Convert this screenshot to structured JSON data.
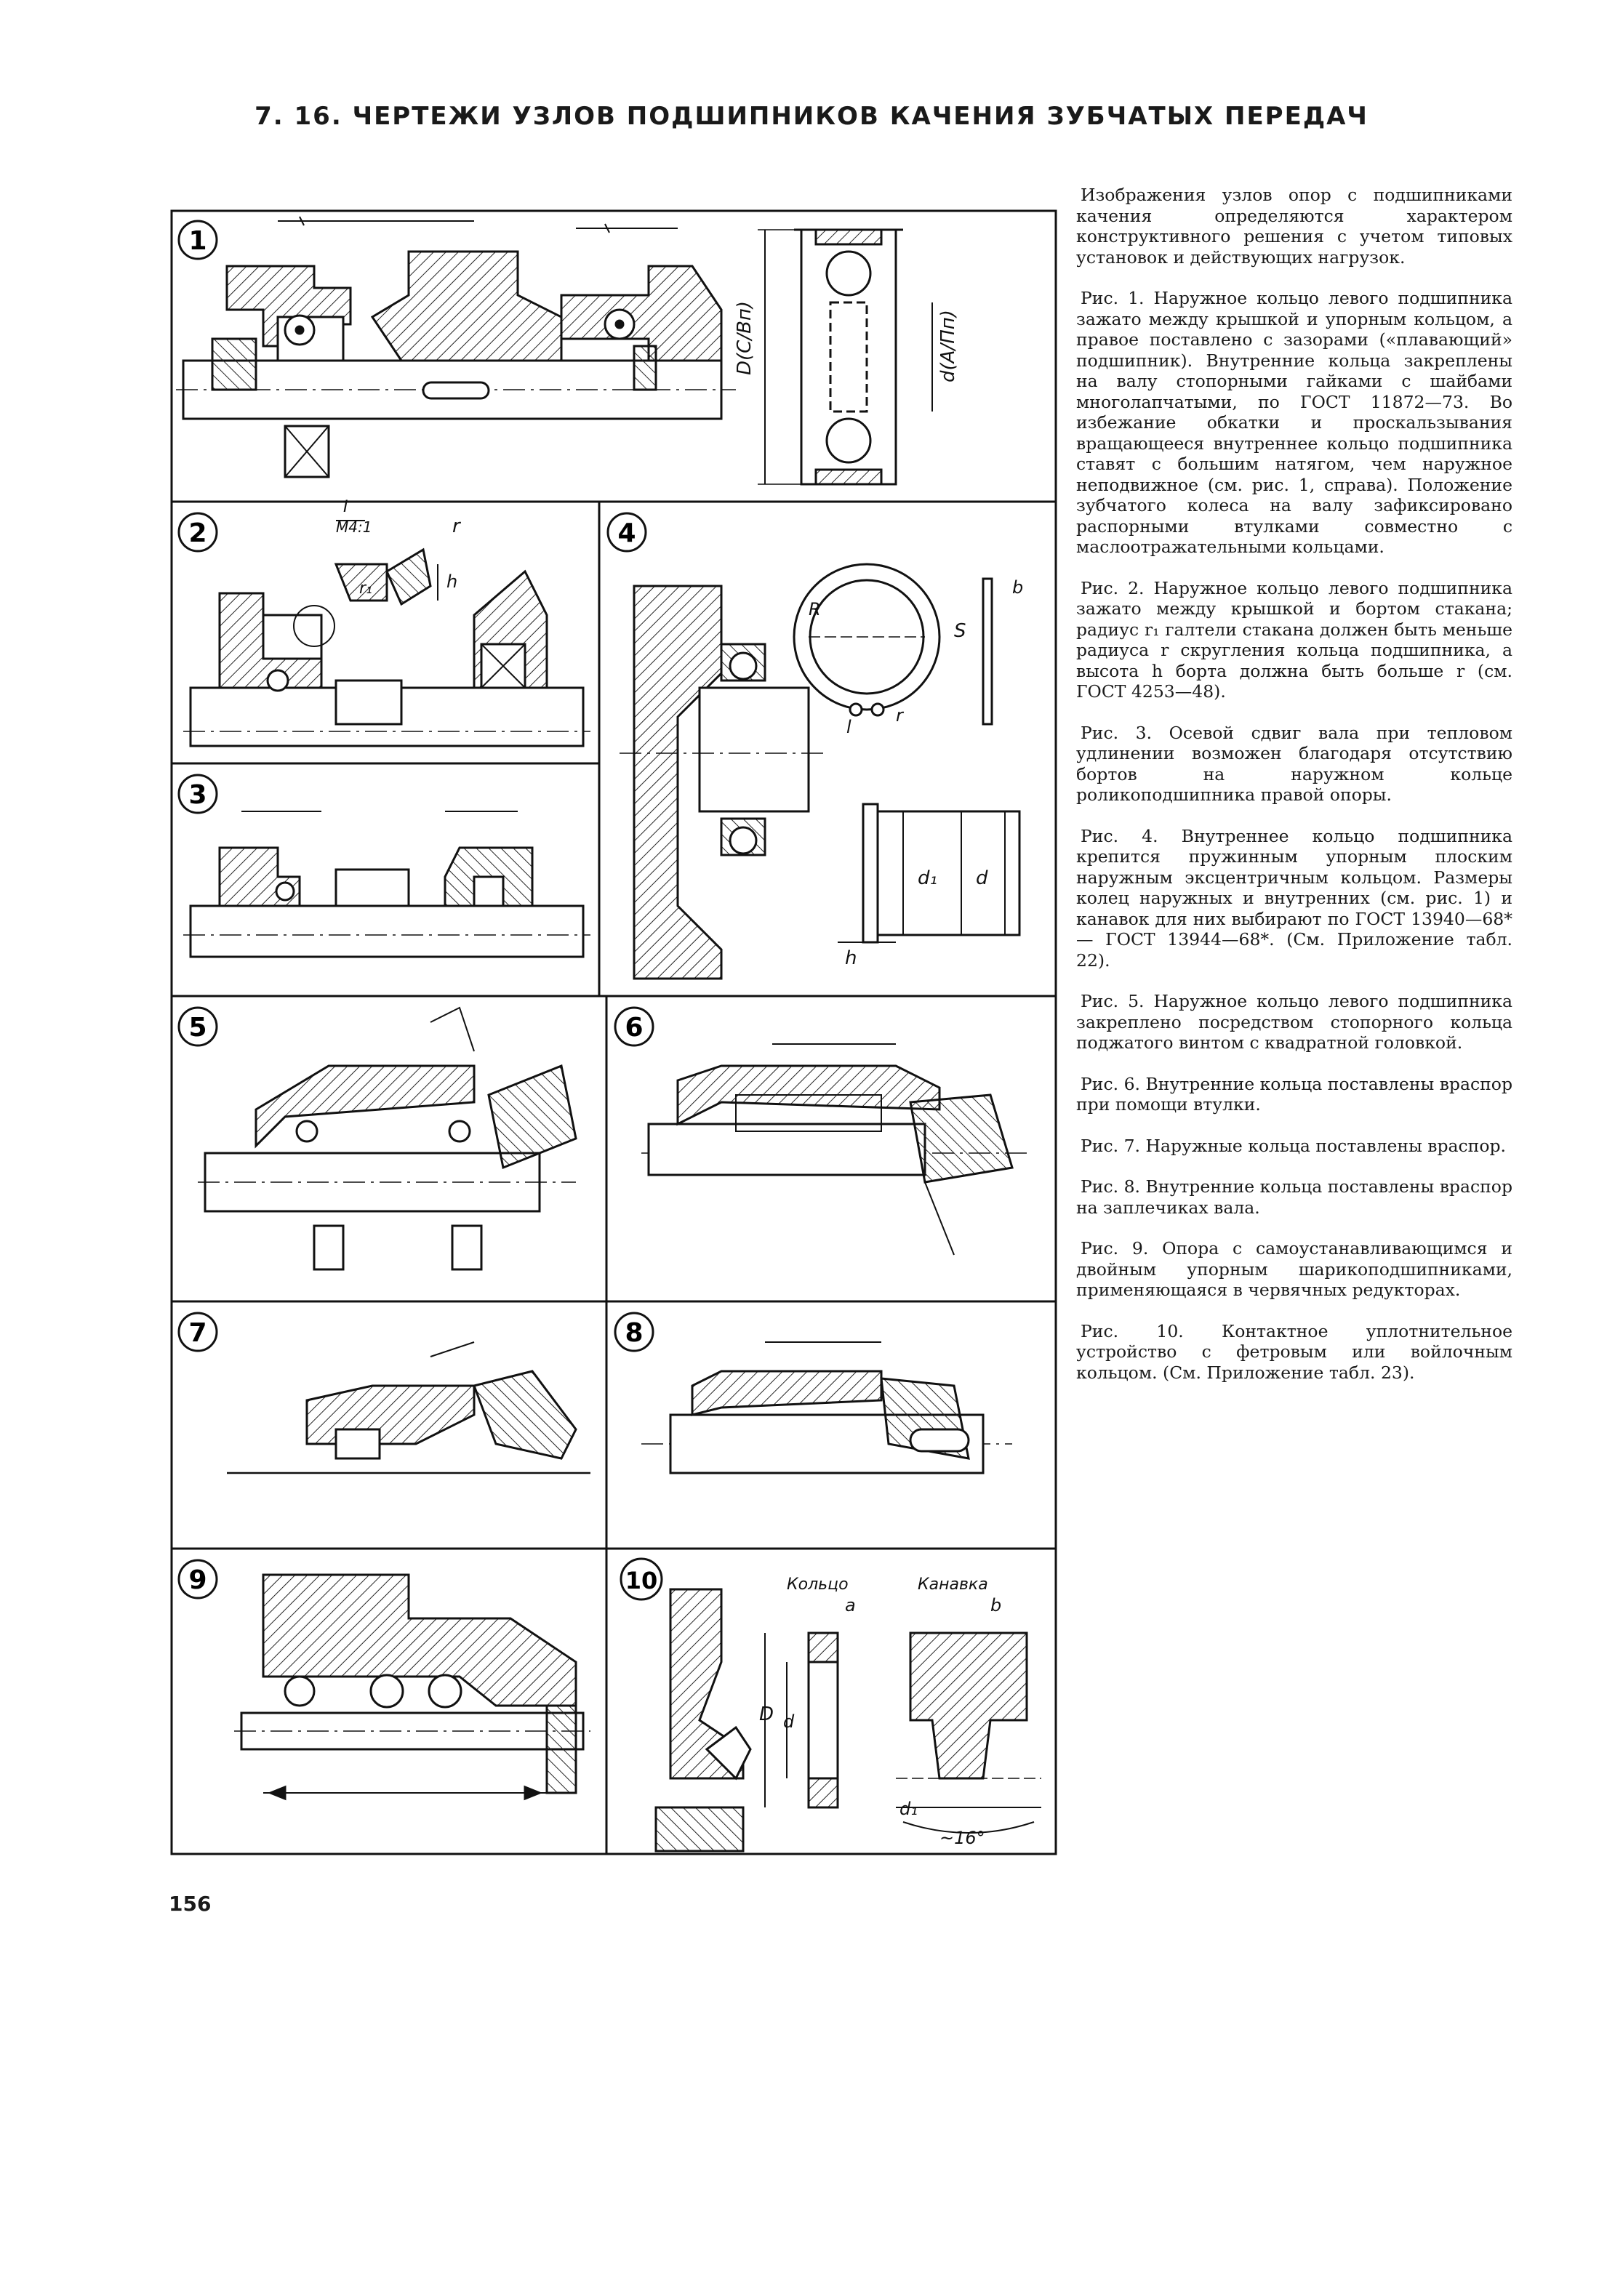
{
  "page_title": "7. 16. ЧЕРТЕЖИ УЗЛОВ ПОДШИПНИКОВ КАЧЕНИЯ ЗУБЧАТЫХ ПЕРЕДАЧ",
  "page_number": "156",
  "figures": [
    {
      "number": "1"
    },
    {
      "number": "2"
    },
    {
      "number": "3"
    },
    {
      "number": "4"
    },
    {
      "number": "5"
    },
    {
      "number": "6"
    },
    {
      "number": "7"
    },
    {
      "number": "8"
    },
    {
      "number": "9"
    },
    {
      "number": "10"
    }
  ],
  "figure_labels": {
    "fig1_D": "D(C/Bп)",
    "fig1_d": "d(A/Пп)",
    "fig2_scale": "М4:1",
    "fig2_I": "I",
    "fig2_r": "r",
    "fig2_r1": "r₁",
    "fig2_h": "h",
    "fig4_d": "d",
    "fig4_d1": "d₁",
    "fig4_h": "h",
    "fig4_l": "l",
    "fig4_r": "r",
    "fig4_s": "S",
    "fig4_b": "b",
    "fig4_R": "R",
    "fig10_ring": "Кольцо",
    "fig10_groove": "Канавка",
    "fig10_a": "a",
    "fig10_b": "b",
    "fig10_D": "D",
    "fig10_d": "d",
    "fig10_d1": "d₁",
    "fig10_angle": "~16°"
  },
  "captions": [
    "Изображения узлов опор с подшипниками качения определяются характером конструктивного решения с учетом типовых установок и действующих нагрузок.",
    "Рис. 1. Наружное кольцо левого подшипника зажато между крышкой и упорным кольцом, а правое поставлено с зазорами («плавающий» подшипник). Внутренние кольца закреплены на валу стопорными гайками с шайбами многолапчатыми, по ГОСТ 11872—73. Во избежание обкатки и проскальзывания вращающееся внутреннее кольцо подшипника ставят с большим натягом, чем наружное неподвижное (см. рис. 1, справа). Положение зубчатого колеса на валу зафиксировано распорными втулками совместно с маслоотражательными кольцами.",
    "Рис. 2. Наружное кольцо левого подшипника зажато между крышкой и бортом стакана; радиус r₁ галтели стакана должен быть меньше радиуса r скругления кольца подшипника, а высота h борта должна быть больше r (см. ГОСТ 4253—48).",
    "Рис. 3. Осевой сдвиг вала при тепловом удлинении возможен благодаря отсутствию бортов на наружном кольце роликоподшипника правой опоры.",
    "Рис. 4. Внутреннее кольцо подшипника крепится пружинным упорным плоским наружным эксцентричным кольцом. Размеры колец наружных и внутренних (см. рис. 1) и канавок для них выбирают по ГОСТ 13940—68* — ГОСТ 13944—68*. (См. Приложение табл. 22).",
    "Рис. 5. Наружное кольцо левого подшипника закреплено посредством стопорного кольца поджатого винтом с квадратной головкой.",
    "Рис. 6. Внутренние кольца поставлены враспор при помощи втулки.",
    "Рис. 7. Наружные кольца поставлены враспор.",
    "Рис. 8. Внутренние кольца поставлены враспор на заплечиках вала.",
    "Рис. 9. Опора с самоустанавливающимся и двойным упорным шарикоподшипниками, применяющаяся в червячных редукторах.",
    "Рис. 10. Контактное уплотнительное устройство с фетровым или войлочным кольцом. (См. Приложение табл. 23)."
  ]
}
